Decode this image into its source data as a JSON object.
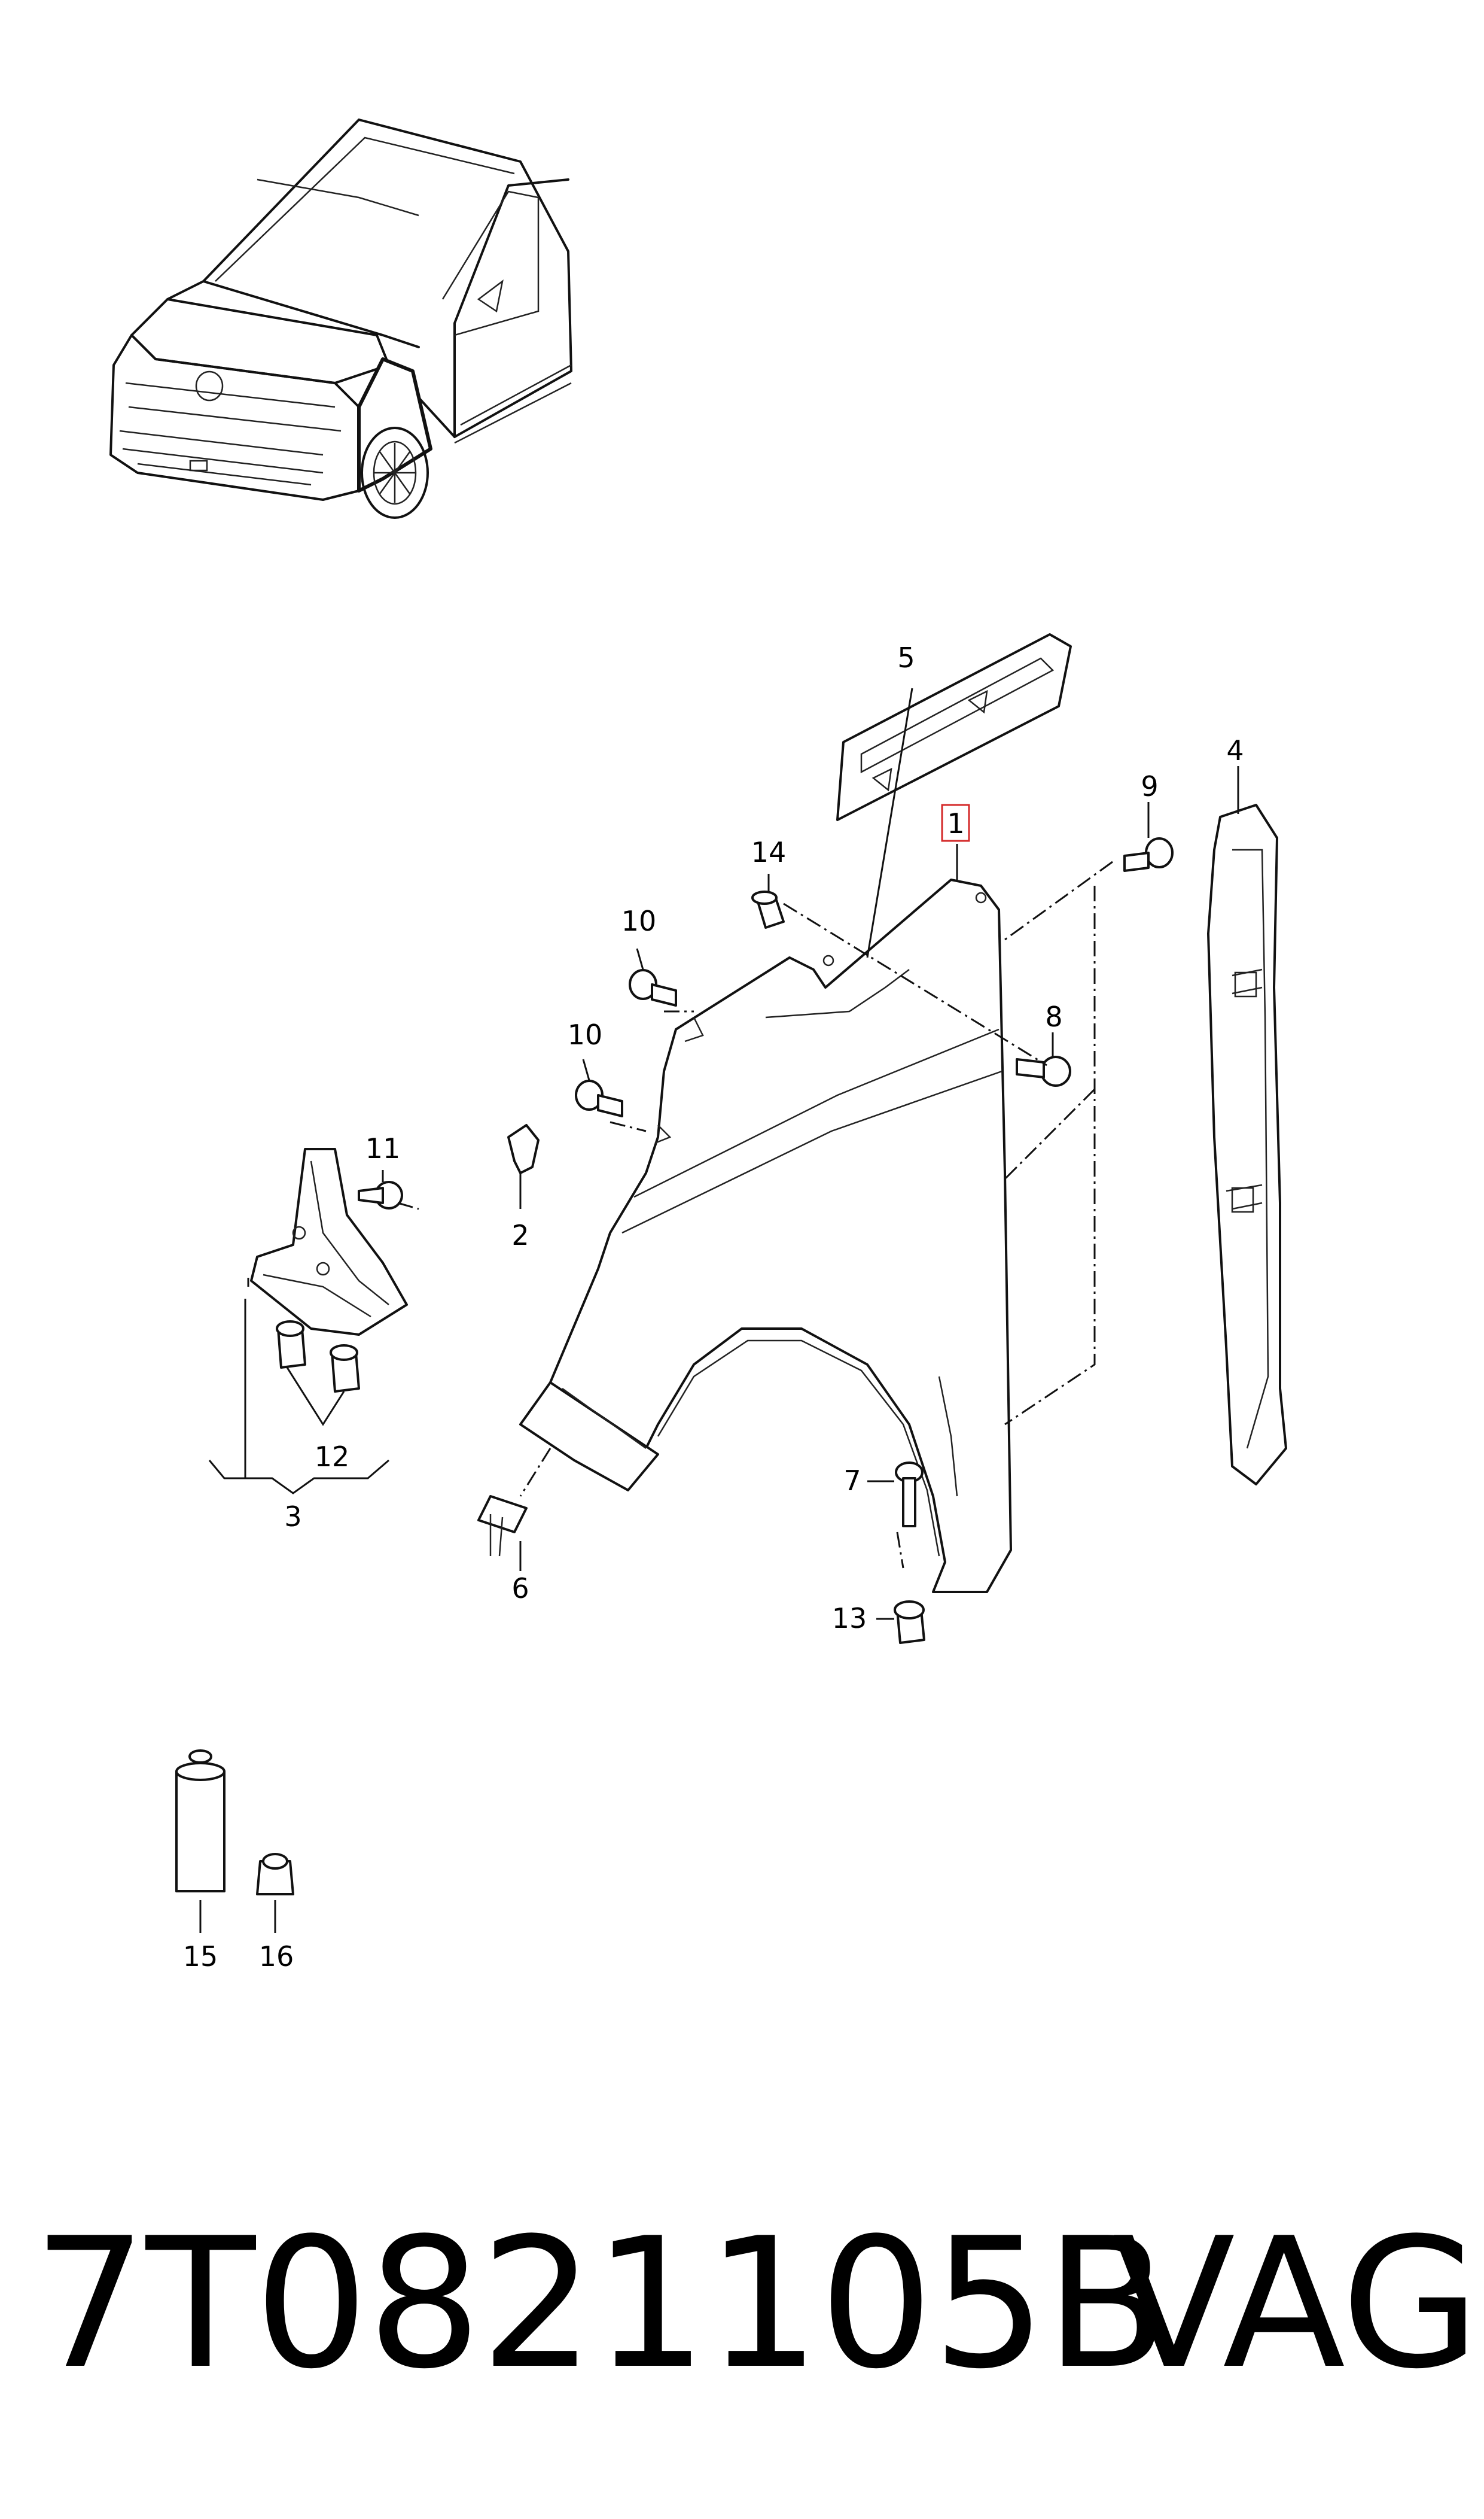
{
  "callouts": {
    "c1": "1",
    "c2": "2",
    "c3": "3",
    "c4": "4",
    "c5": "5",
    "c6": "6",
    "c7": "7",
    "c8": "8",
    "c9": "9",
    "c10a": "10",
    "c10b": "10",
    "c11": "11",
    "c12": "12",
    "c13": "13",
    "c14": "14",
    "c15": "15",
    "c16": "16"
  },
  "footer": {
    "part_number": "7T0821105B",
    "brand": "VAG"
  },
  "colors": {
    "line": "#111111",
    "highlight_box": "#d42a2a",
    "background": "#ffffff"
  }
}
